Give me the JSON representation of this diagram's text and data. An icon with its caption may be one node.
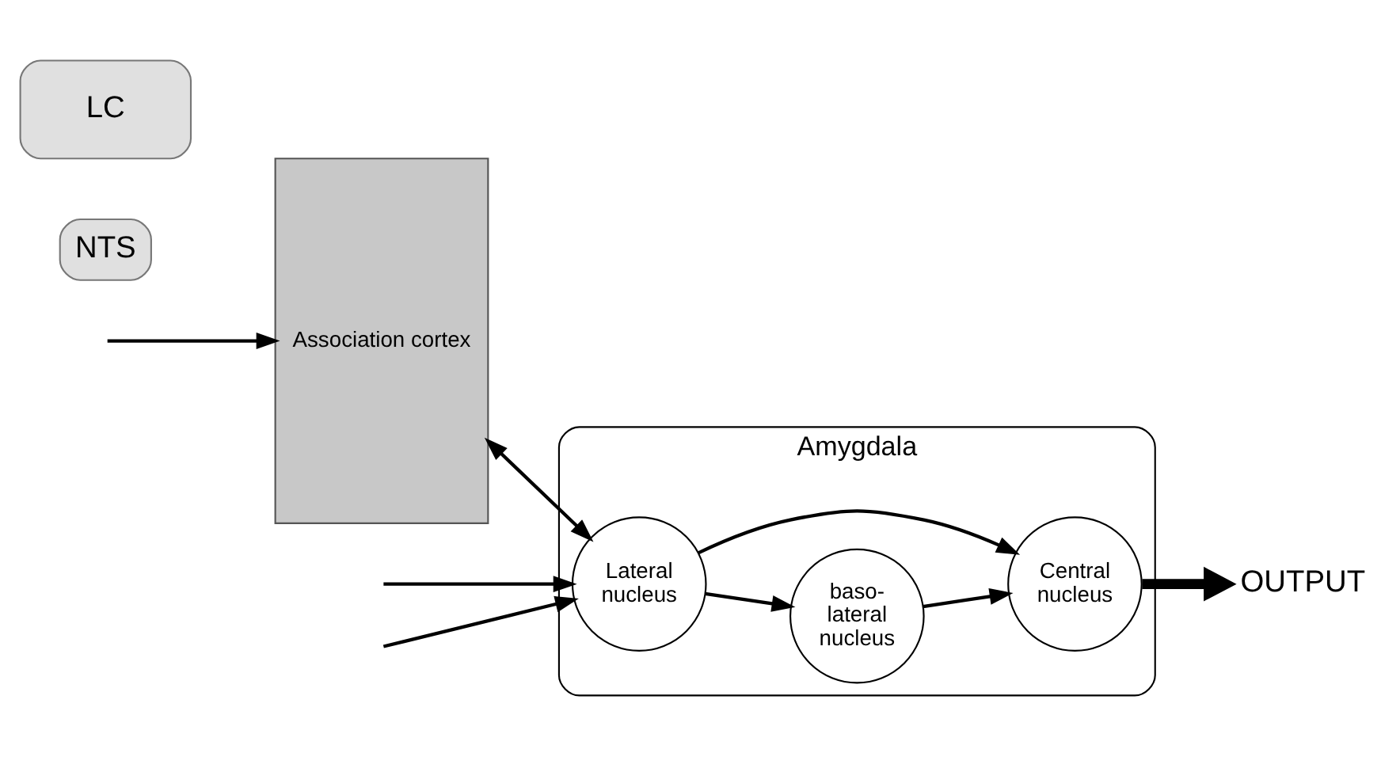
{
  "diagram": {
    "nodes": [
      {
        "text": [
          "Amygdala"
        ]
      },
      {
        "text": [
          "Association cortex"
        ]
      },
      {
        "text": [
          "Lateral nucleus"
        ],
        "in": 0
      },
      {
        "text": [
          "baso-lateral nucleus"
        ],
        "in": 0
      },
      {
        "text": [
          "Central nucleus"
        ],
        "in": 0
      },
      {
        "text": [
          "OUTPUT"
        ]
      },
      {
        "text": [
          "NTS"
        ]
      },
      {
        "text": [
          "LC"
        ]
      }
    ],
    "edges": [
      {
        "from": null,
        "to": 1,
        "arrow": "to"
      },
      {
        "from": null,
        "to": 2,
        "arrow": "to"
      },
      {
        "from": null,
        "to": 2,
        "arrow": "to"
      },
      {
        "from": 1,
        "to": 2,
        "arrow": "both"
      },
      {
        "from": 2,
        "to": 3,
        "arrow": "to"
      },
      {
        "from": 2,
        "to": 4,
        "arrow": "to"
      },
      {
        "from": 3,
        "to": 4,
        "arrow": "to"
      },
      {
        "from": 4,
        "to": 5,
        "arrow": "to",
        "style": "thick"
      }
    ]
  }
}
